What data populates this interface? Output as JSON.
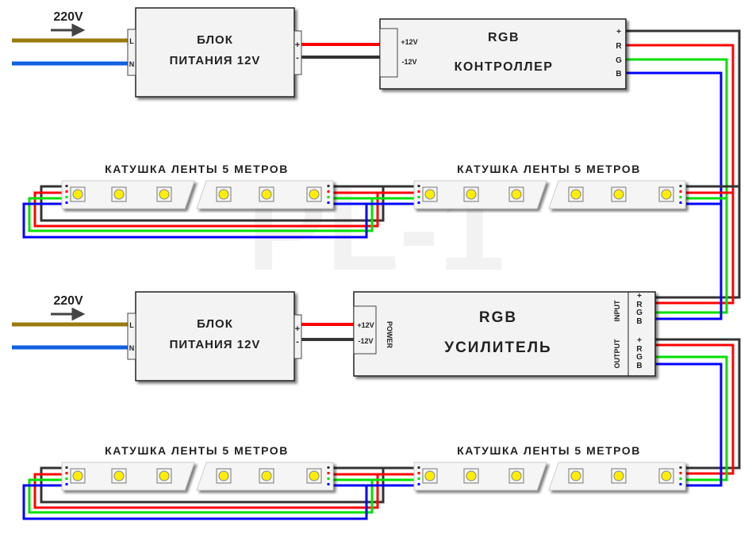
{
  "colors": {
    "live": "#9a7a10",
    "neutral": "#1060e0",
    "positive": "#ff0000",
    "negative": "#333333",
    "red": "#ff0000",
    "green": "#00e000",
    "blue": "#0000ff",
    "led": "#ffee00"
  },
  "psu": {
    "input_voltage": "220V",
    "title_line1": "БЛОК",
    "title_line2": "ПИТАНИЯ 12V",
    "term_l": "L",
    "term_n": "N",
    "term_plus": "+",
    "term_minus": "-"
  },
  "controller": {
    "title_line1": "RGB",
    "title_line2": "КОНТРОЛЛЕР",
    "in_plus": "+12V",
    "in_minus": "-12V",
    "out_plus": "+",
    "out_r": "R",
    "out_g": "G",
    "out_b": "B"
  },
  "amplifier": {
    "title_line1": "RGB",
    "title_line2": "УСИЛИТЕЛЬ",
    "in_plus": "+12V",
    "in_minus": "-12V",
    "power_label": "POWER",
    "input_label": "INPUT",
    "output_label": "OUTPUT",
    "plus": "+",
    "r": "R",
    "g": "G",
    "b": "B"
  },
  "strip_label": "КАТУШКА ЛЕНТЫ 5 МЕТРОВ",
  "watermark": "PL-1"
}
